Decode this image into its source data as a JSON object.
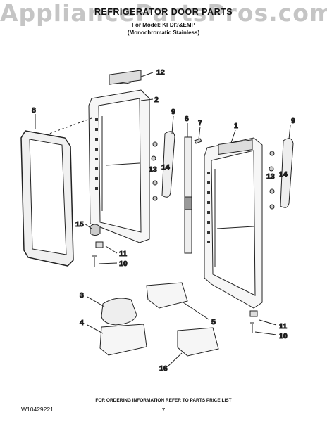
{
  "watermark": "AppliancePartsPros.com",
  "header": {
    "title": "REFRIGERATOR DOOR PARTS",
    "model_line": "For Model: KFDI?&EMP",
    "variant": "(Monochromatic Stainless)"
  },
  "callouts": [
    "12",
    "2",
    "8",
    "9",
    "6",
    "7",
    "1",
    "9",
    "13",
    "14",
    "13",
    "14",
    "15",
    "11",
    "10",
    "3",
    "4",
    "5",
    "11",
    "10",
    "16"
  ],
  "footer": {
    "ordering_note": "FOR ORDERING INFORMATION REFER TO PARTS PRICE LIST",
    "page_number": "7",
    "doc_id": "W10429221"
  }
}
